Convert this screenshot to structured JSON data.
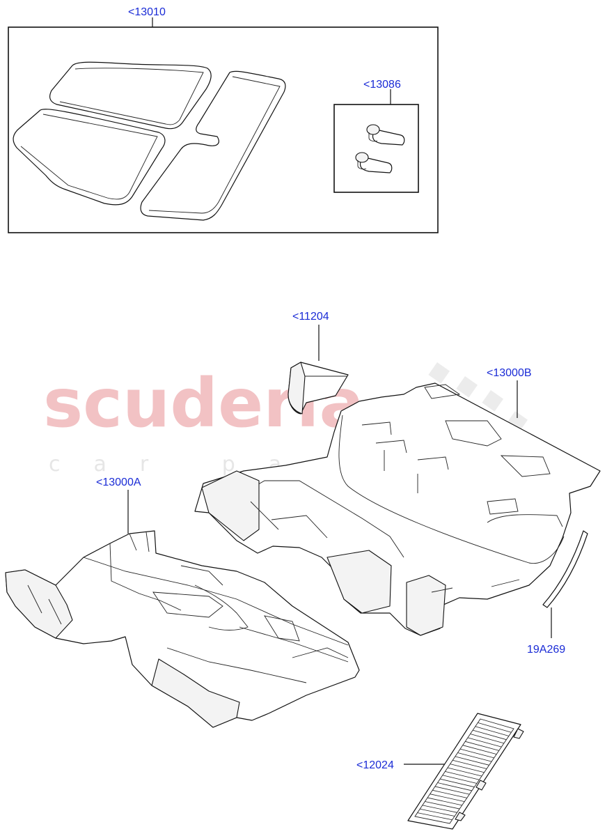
{
  "watermark": {
    "brand": "scuderia",
    "tagline": "car parts",
    "color": "#f2c2c4"
  },
  "callouts": {
    "kit_floor_mats": "<13010",
    "mat_clips": "<13086",
    "insulator_pad": "<11204",
    "rear_floor_carpet": "<13000B",
    "front_floor_carpet": "<13000A",
    "trim_strip": "19A269",
    "pedal_pad": "<12024"
  },
  "colors": {
    "callout_text": "#1a2bd6",
    "line_art": "#111111"
  }
}
